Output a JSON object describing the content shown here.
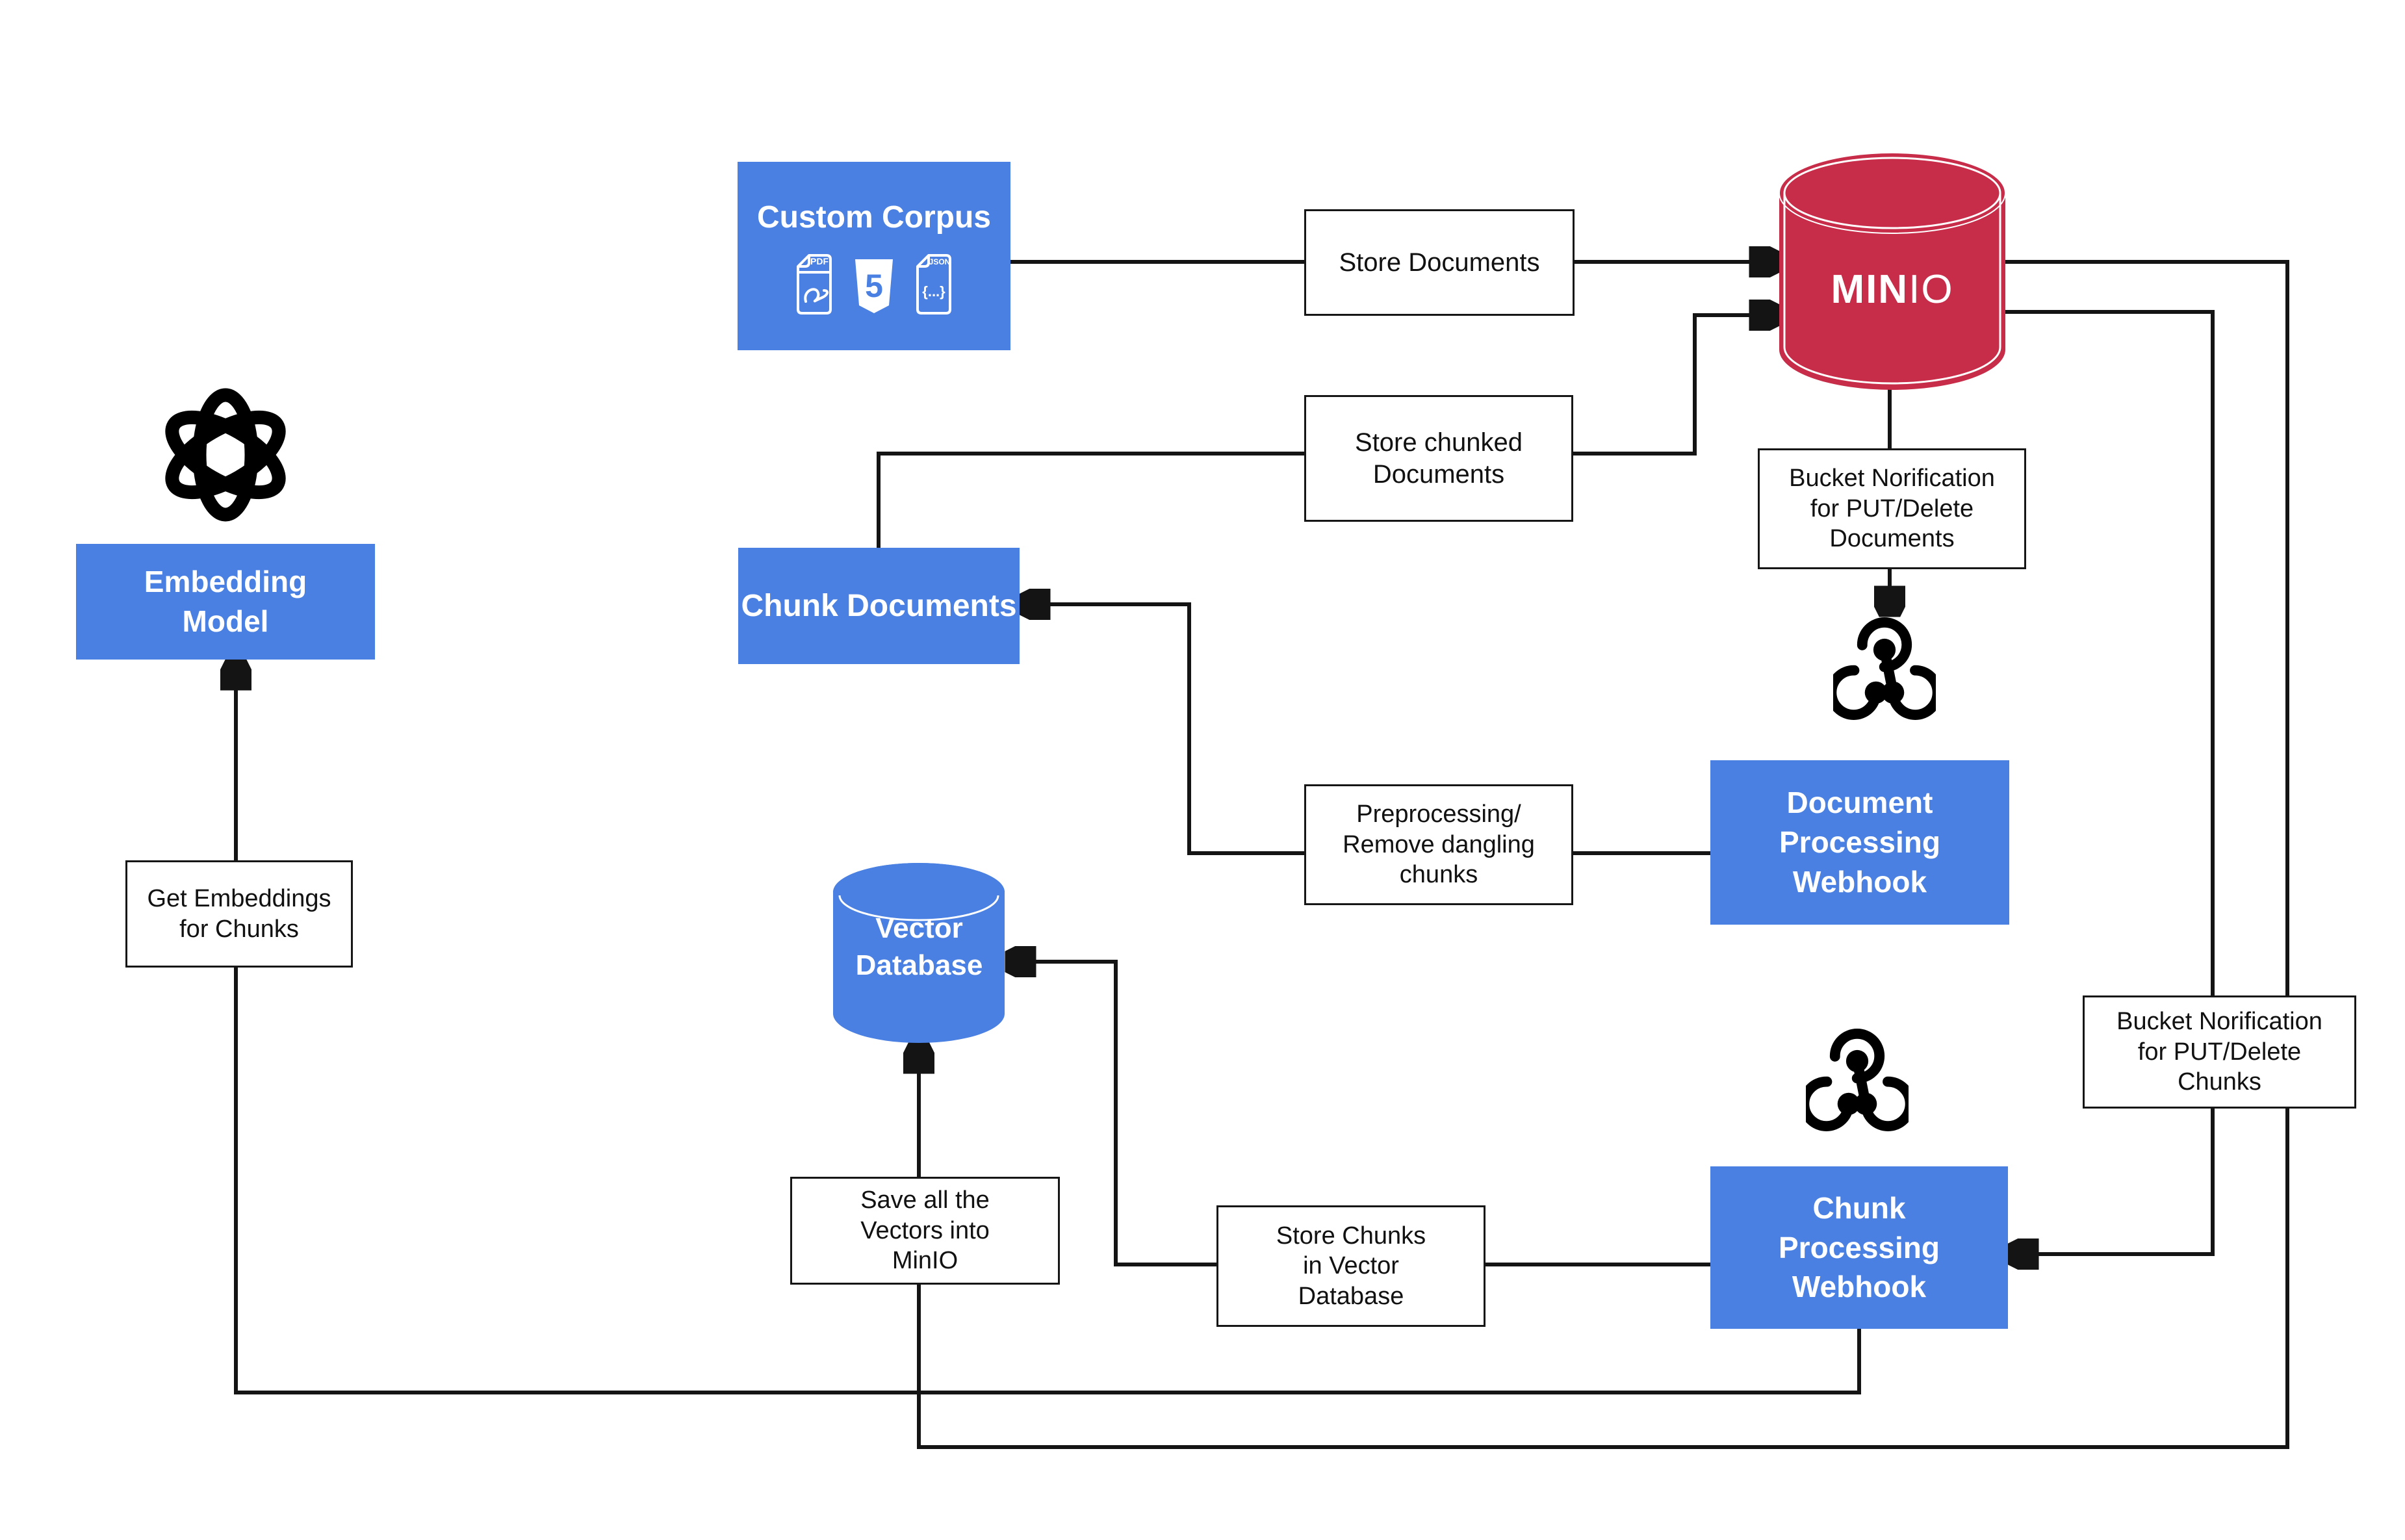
{
  "colors": {
    "node_blue": "#4a80e2",
    "minio_red": "#c72c49",
    "line_black": "#141414",
    "text_dark": "#111111",
    "canvas_bg": "#ffffff"
  },
  "nodes": {
    "custom_corpus": {
      "title": "Custom Corpus",
      "icons": {
        "pdf_label": "PDF",
        "html5_label": "5",
        "json_label": "JSON",
        "json_braces": "{...}"
      }
    },
    "minio": {
      "logo_min": "MIN",
      "logo_io": "IO"
    },
    "embedding_model": {
      "l1": "Embedding",
      "l2": "Model"
    },
    "chunk_documents": {
      "l1": "Chunk Documents"
    },
    "vector_database": {
      "l1": "Vector",
      "l2": "Database"
    },
    "document_processing_webhook": {
      "l1": "Document",
      "l2": "Processing",
      "l3": "Webhook"
    },
    "chunk_processing_webhook": {
      "l1": "Chunk",
      "l2": "Processing",
      "l3": "Webhook"
    }
  },
  "labels": {
    "store_documents": {
      "l1": "Store Documents"
    },
    "store_chunked_documents": {
      "l1": "Store chunked",
      "l2": "Documents"
    },
    "bucket_notification_documents": {
      "l1": "Bucket Norification",
      "l2": "for PUT/Delete",
      "l3": "Documents"
    },
    "preprocessing": {
      "l1": "Preprocessing/",
      "l2": "Remove dangling",
      "l3": "chunks"
    },
    "get_embeddings": {
      "l1": "Get Embeddings",
      "l2": "for Chunks"
    },
    "save_vectors": {
      "l1": "Save all the",
      "l2": "Vectors into",
      "l3": "MinIO"
    },
    "store_chunks": {
      "l1": "Store Chunks",
      "l2": "in Vector",
      "l3": "Database"
    },
    "bucket_notification_chunks": {
      "l1": "Bucket Norification",
      "l2": "for PUT/Delete",
      "l3": "Chunks"
    }
  }
}
